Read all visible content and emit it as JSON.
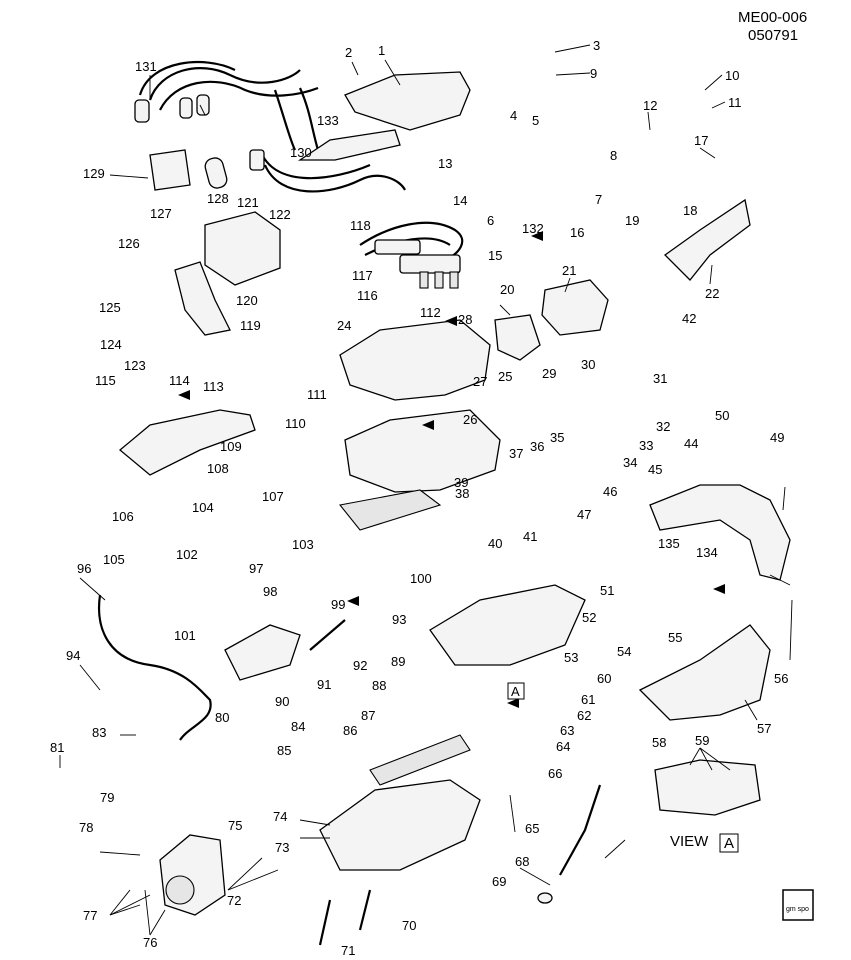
{
  "header": {
    "code": "ME00-006",
    "date": "050791"
  },
  "view_label": {
    "text": "VIEW",
    "box": "A"
  },
  "logo": {
    "text": "gm spo"
  },
  "parts": [
    {
      "n": "1"
    },
    {
      "n": "2"
    },
    {
      "n": "3"
    },
    {
      "n": "4"
    },
    {
      "n": "5"
    },
    {
      "n": "6"
    },
    {
      "n": "7"
    },
    {
      "n": "8"
    },
    {
      "n": "9"
    },
    {
      "n": "10"
    },
    {
      "n": "11"
    },
    {
      "n": "12"
    },
    {
      "n": "13"
    },
    {
      "n": "14"
    },
    {
      "n": "15"
    },
    {
      "n": "16"
    },
    {
      "n": "17"
    },
    {
      "n": "18"
    },
    {
      "n": "19"
    },
    {
      "n": "20"
    },
    {
      "n": "21"
    },
    {
      "n": "22"
    },
    {
      "n": "24"
    },
    {
      "n": "25"
    },
    {
      "n": "26"
    },
    {
      "n": "27"
    },
    {
      "n": "28"
    },
    {
      "n": "29"
    },
    {
      "n": "30"
    },
    {
      "n": "31"
    },
    {
      "n": "32"
    },
    {
      "n": "33"
    },
    {
      "n": "34"
    },
    {
      "n": "35"
    },
    {
      "n": "36"
    },
    {
      "n": "37"
    },
    {
      "n": "38"
    },
    {
      "n": "39"
    },
    {
      "n": "40"
    },
    {
      "n": "41"
    },
    {
      "n": "42"
    },
    {
      "n": "44"
    },
    {
      "n": "45"
    },
    {
      "n": "46"
    },
    {
      "n": "47"
    },
    {
      "n": "49"
    },
    {
      "n": "50"
    },
    {
      "n": "51"
    },
    {
      "n": "52"
    },
    {
      "n": "53"
    },
    {
      "n": "54"
    },
    {
      "n": "55"
    },
    {
      "n": "56"
    },
    {
      "n": "57"
    },
    {
      "n": "58"
    },
    {
      "n": "59"
    },
    {
      "n": "60"
    },
    {
      "n": "61"
    },
    {
      "n": "62"
    },
    {
      "n": "63"
    },
    {
      "n": "64"
    },
    {
      "n": "65"
    },
    {
      "n": "66"
    },
    {
      "n": "68"
    },
    {
      "n": "69"
    },
    {
      "n": "70"
    },
    {
      "n": "71"
    },
    {
      "n": "72"
    },
    {
      "n": "73"
    },
    {
      "n": "74"
    },
    {
      "n": "75"
    },
    {
      "n": "76"
    },
    {
      "n": "77"
    },
    {
      "n": "78"
    },
    {
      "n": "79"
    },
    {
      "n": "80"
    },
    {
      "n": "81"
    },
    {
      "n": "83"
    },
    {
      "n": "84"
    },
    {
      "n": "85"
    },
    {
      "n": "86"
    },
    {
      "n": "87"
    },
    {
      "n": "88"
    },
    {
      "n": "89"
    },
    {
      "n": "90"
    },
    {
      "n": "91"
    },
    {
      "n": "92"
    },
    {
      "n": "93"
    },
    {
      "n": "94"
    },
    {
      "n": "96"
    },
    {
      "n": "97"
    },
    {
      "n": "98"
    },
    {
      "n": "99"
    },
    {
      "n": "100"
    },
    {
      "n": "101"
    },
    {
      "n": "102"
    },
    {
      "n": "103"
    },
    {
      "n": "104"
    },
    {
      "n": "105"
    },
    {
      "n": "106"
    },
    {
      "n": "107"
    },
    {
      "n": "108"
    },
    {
      "n": "109"
    },
    {
      "n": "110"
    },
    {
      "n": "111"
    },
    {
      "n": "112"
    },
    {
      "n": "113"
    },
    {
      "n": "114"
    },
    {
      "n": "115"
    },
    {
      "n": "116"
    },
    {
      "n": "117"
    },
    {
      "n": "118"
    },
    {
      "n": "119"
    },
    {
      "n": "120"
    },
    {
      "n": "121"
    },
    {
      "n": "122"
    },
    {
      "n": "123"
    },
    {
      "n": "124"
    },
    {
      "n": "125"
    },
    {
      "n": "126"
    },
    {
      "n": "127"
    },
    {
      "n": "128"
    },
    {
      "n": "129"
    },
    {
      "n": "130"
    },
    {
      "n": "131"
    },
    {
      "n": "132"
    },
    {
      "n": "133"
    },
    {
      "n": "134"
    },
    {
      "n": "135"
    }
  ]
}
